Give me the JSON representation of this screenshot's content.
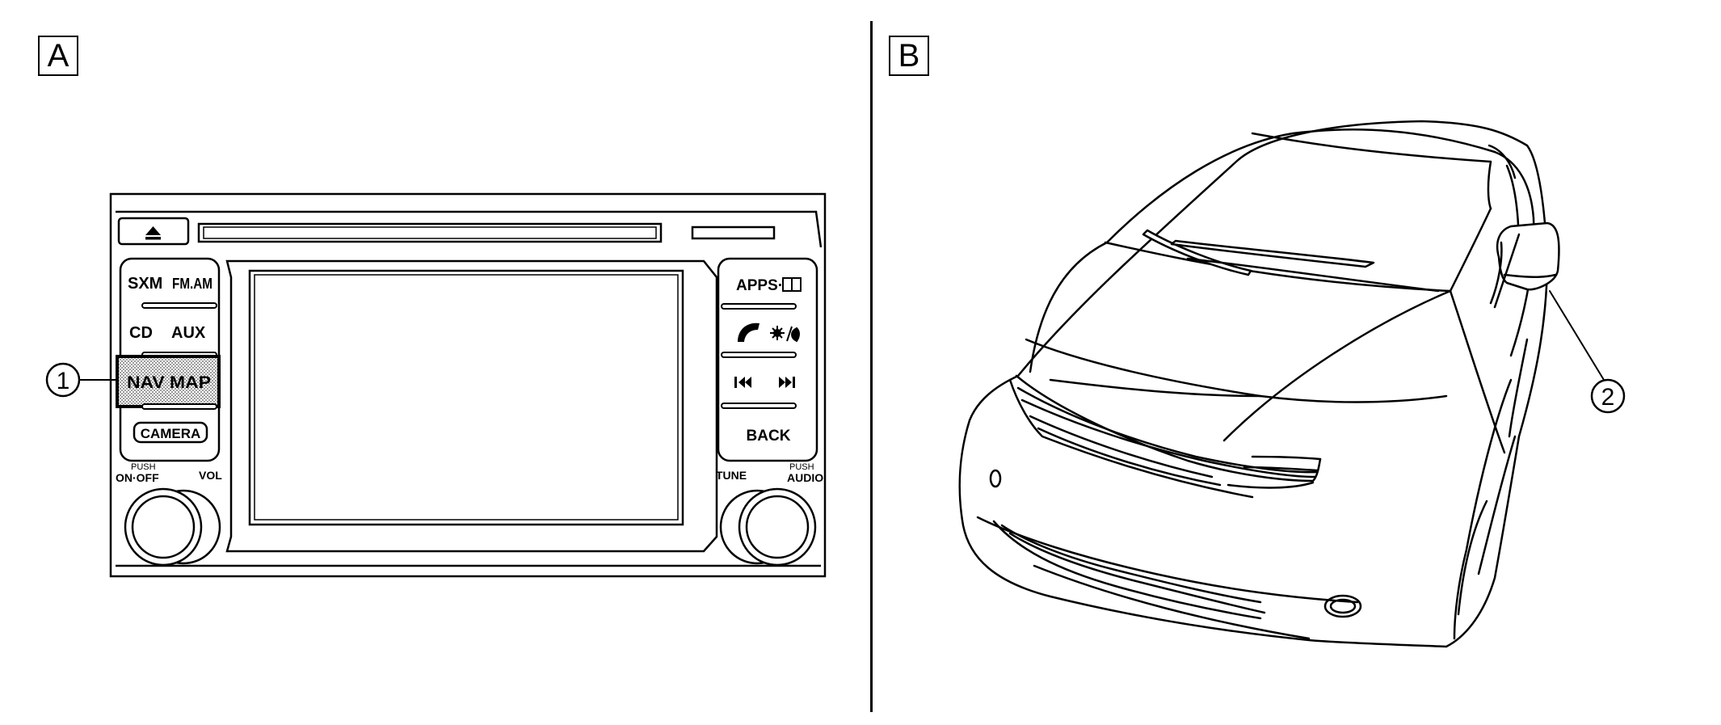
{
  "panels": {
    "a_label": "A",
    "b_label": "B"
  },
  "head_unit": {
    "left_buttons": {
      "sxm": "SXM",
      "fm_am": "FM.AM",
      "cd": "CD",
      "aux": "AUX",
      "nav_map": "NAV MAP",
      "camera": "CAMERA"
    },
    "right_buttons": {
      "apps": "APPS·",
      "back": "BACK"
    },
    "knobs": {
      "push_left": "PUSH",
      "on_off": "ON·OFF",
      "vol": "VOL",
      "tune": "TUNE",
      "push_right": "PUSH",
      "audio": "AUDIO"
    },
    "icons": [
      "eject-icon",
      "book-icon",
      "phone-icon",
      "brightness-icon",
      "previous-track-icon",
      "next-track-icon"
    ]
  },
  "callouts": {
    "one": "1",
    "two": "2"
  }
}
